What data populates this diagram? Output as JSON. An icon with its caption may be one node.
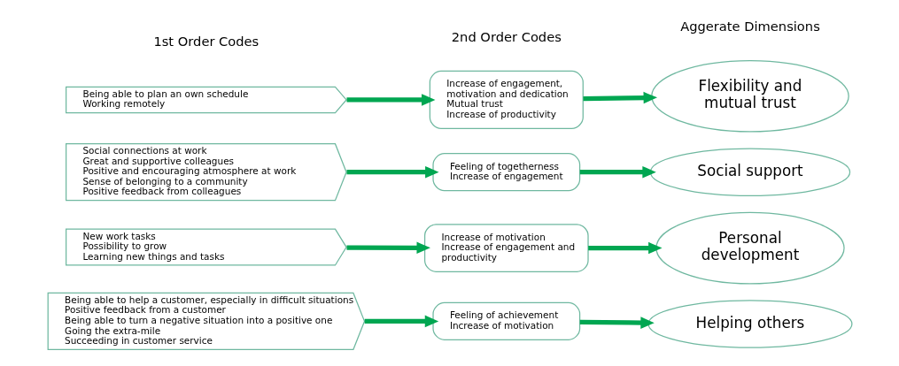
{
  "diagram": {
    "nodes": [
      {
        "text": [
          "Being able to plan an own schedule",
          "Working remotely"
        ]
      },
      {
        "text": [
          "Social connections at work",
          "Great and supportive colleagues",
          "Positive and encouraging atmosphere at work",
          "Sense of belonging to a community",
          "Positive feedback from colleagues"
        ]
      },
      {
        "text": [
          "New work tasks",
          "Possibility to grow",
          "Learning new things and tasks"
        ]
      },
      {
        "text": [
          "Being able to help a customer, especially in difficult situations",
          "Positive feedback from a customer",
          "Being able to turn a negative situation into a positive one",
          "Going the extra-mile",
          "Succeeding in customer service"
        ]
      },
      {
        "text": [
          "Increase of engagement, motivation and dedication",
          "Mutual trust",
          "Increase of productivity"
        ]
      },
      {
        "text": [
          "Feeling of togetherness",
          "Increase of engagement"
        ]
      },
      {
        "text": [
          "Increase of motivation",
          "Increase of engagement and productivity"
        ]
      },
      {
        "text": [
          "Feeling of achievement",
          "Increase of motivation"
        ]
      },
      {
        "text": [
          "Flexibility and mutual trust"
        ]
      },
      {
        "text": [
          "Social support"
        ]
      },
      {
        "text": [
          "Personal development"
        ]
      },
      {
        "text": [
          "Helping others"
        ]
      }
    ],
    "edges": [
      {
        "from": 0,
        "to": 4,
        "arrow": "to"
      },
      {
        "from": 4,
        "to": 8,
        "arrow": "to"
      },
      {
        "from": 1,
        "to": 5,
        "arrow": "to"
      },
      {
        "from": 5,
        "to": 9,
        "arrow": "to"
      },
      {
        "from": 2,
        "to": 6,
        "arrow": "to"
      },
      {
        "from": 6,
        "to": 10,
        "arrow": "to"
      },
      {
        "from": 3,
        "to": 7,
        "arrow": "to"
      },
      {
        "from": 7,
        "to": 11,
        "arrow": "to"
      }
    ],
    "labels": [
      "1st Order Codes",
      "2nd Order Codes",
      "Aggerate Dimensions"
    ]
  }
}
